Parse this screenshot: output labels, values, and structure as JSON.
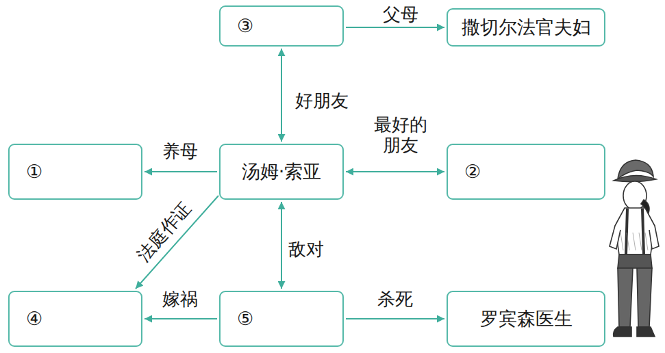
{
  "diagram": {
    "nodes": [
      {
        "text": [
          "③"
        ]
      },
      {
        "text": [
          "撒切尔法官夫妇"
        ]
      },
      {
        "text": [
          "①"
        ]
      },
      {
        "text": [
          "汤姆·索亚"
        ]
      },
      {
        "text": [
          "②"
        ]
      },
      {
        "text": [
          "④"
        ]
      },
      {
        "text": [
          "⑤"
        ]
      },
      {
        "text": [
          "罗宾森医生"
        ]
      }
    ],
    "edges": [
      {
        "from": 0,
        "to": 1,
        "label": "父母",
        "arrow": "to"
      },
      {
        "from": 0,
        "to": 3,
        "label": "好朋友",
        "arrow": "both"
      },
      {
        "from": 3,
        "to": 2,
        "label": "养母",
        "arrow": "to"
      },
      {
        "from": 3,
        "to": 4,
        "label": "最好的朋友",
        "arrow": "both"
      },
      {
        "from": 3,
        "to": 5,
        "label": "法庭作证",
        "arrow": "to"
      },
      {
        "from": 3,
        "to": 6,
        "label": "敌对",
        "arrow": "both"
      },
      {
        "from": 6,
        "to": 5,
        "label": "嫁祸",
        "arrow": "to"
      },
      {
        "from": 6,
        "to": 7,
        "label": "杀死",
        "arrow": "to"
      }
    ]
  }
}
